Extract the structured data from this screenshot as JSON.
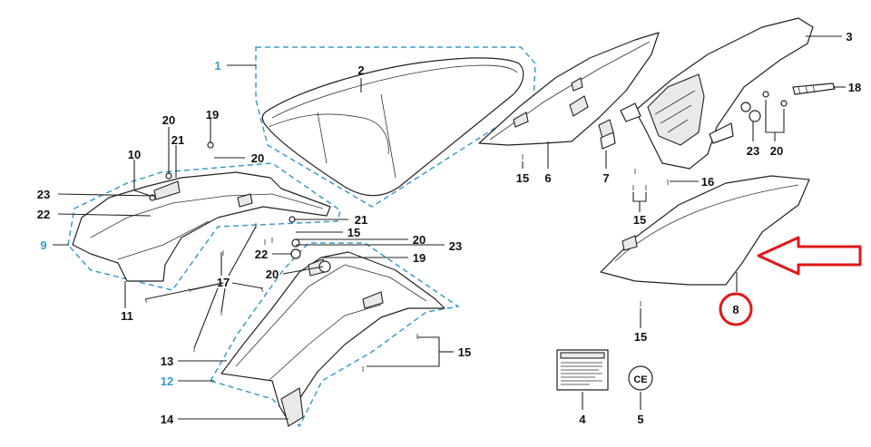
{
  "labels": {
    "l1": "1",
    "l2": "2",
    "l3": "3",
    "l4": "4",
    "l5": "5",
    "l6": "6",
    "l7": "7",
    "l8": "8",
    "l9": "9",
    "l10": "10",
    "l11": "11",
    "l12": "12",
    "l13": "13",
    "l14": "14",
    "l15a": "15",
    "l15b": "15",
    "l15c": "15",
    "l15d": "15",
    "l15e": "15",
    "l16": "16",
    "l17": "17",
    "l18": "18",
    "l19a": "19",
    "l19b": "19",
    "l20a": "20",
    "l20b": "20",
    "l20c": "20",
    "l20d": "20",
    "l20e": "20",
    "l21a": "21",
    "l21b": "21",
    "l22a": "22",
    "l22b": "22",
    "l23a": "23",
    "l23b": "23",
    "l23c": "23"
  },
  "colors": {
    "group_outline": "#3a9cc9",
    "highlight": "#e01818"
  }
}
